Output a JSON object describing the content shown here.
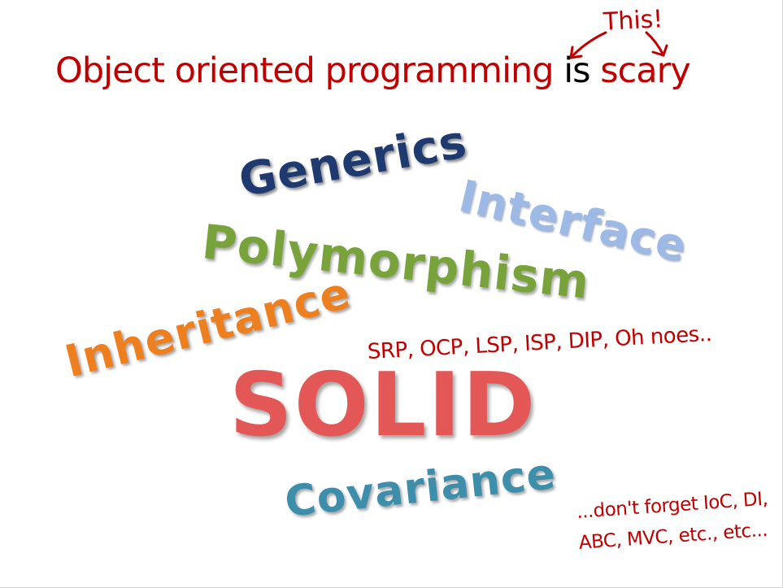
{
  "slide": {
    "title": {
      "part1": "Object oriented programming",
      "part2": "is",
      "part3": "scary"
    },
    "annotation_this": "This!",
    "words": {
      "generics": "Generics",
      "interface": "Interface",
      "polymorphism": "Polymorphism",
      "inheritance": "Inheritance",
      "solid": "SOLID",
      "covariance": "Covariance"
    },
    "annotation_solid": "SRP, OCP, LSP, ISP, DIP, Oh noes..",
    "annotation_extra_line1": "...don't forget IoC, DI,",
    "annotation_extra_line2": "ABC, MVC, etc., etc..."
  },
  "colors": {
    "title_red": "#c00000",
    "title_black": "#000000",
    "generics": "#1e3a6e",
    "interface": "#9db9e6",
    "polymorphism": "#77a33a",
    "inheritance": "#ee7f1e",
    "solid": "#e45757",
    "covariance": "#3c8eab"
  },
  "icons": {
    "annotation_arrows": "hand-drawn-arrow-icon"
  }
}
